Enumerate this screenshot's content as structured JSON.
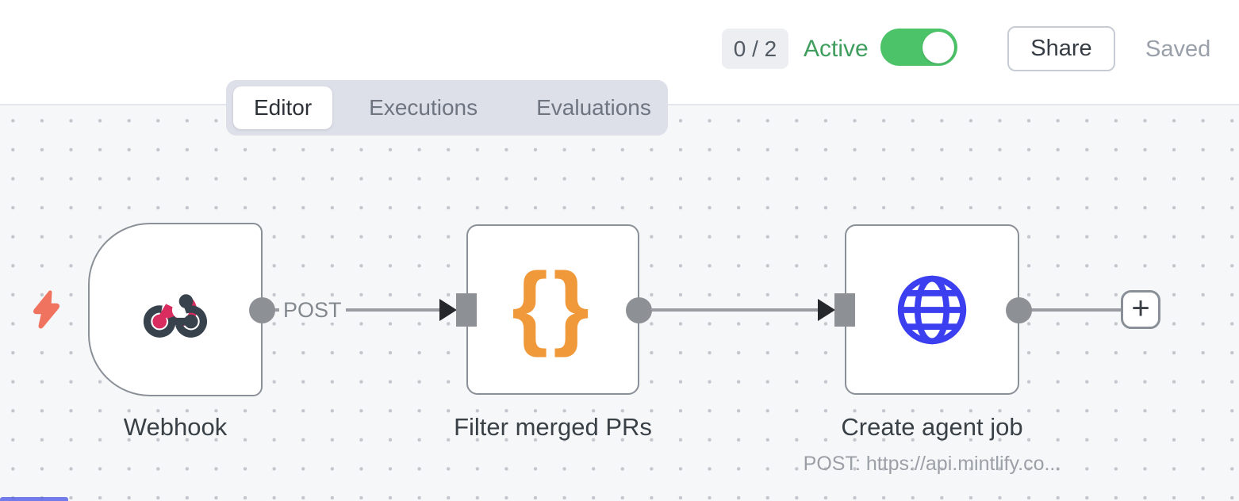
{
  "header": {
    "counter_badge": "0 / 2",
    "active_label": "Active",
    "toggle_on": true,
    "share_button": "Share",
    "saved_status": "Saved"
  },
  "tabs": {
    "items": [
      {
        "label": "Editor",
        "active": true
      },
      {
        "label": "Executions",
        "active": false
      },
      {
        "label": "Evaluations",
        "active": false
      }
    ]
  },
  "canvas": {
    "connection_label": "POST",
    "add_button": "+",
    "nodes": [
      {
        "label": "Webhook",
        "icon": "webhook-icon",
        "type": "trigger"
      },
      {
        "label": "Filter merged PRs",
        "icon": "curly-braces-icon",
        "type": "code"
      },
      {
        "label": "Create agent job",
        "icon": "globe-icon",
        "type": "http-request",
        "subtitle": "POST: https://api.mintlify.co..."
      }
    ]
  },
  "colors": {
    "toggle_green": "#4cc368",
    "active_text_green": "#3f9e5e",
    "webhook_pink": "#d92d5f",
    "webhook_slate": "#37424d",
    "braces_orange": "#f0993a",
    "globe_blue": "#3c3ff0",
    "bolt_coral": "#f0735f",
    "connector_gray": "#8d9196",
    "node_border_gray": "#8a9097",
    "canvas_bg": "#f6f7f9"
  }
}
